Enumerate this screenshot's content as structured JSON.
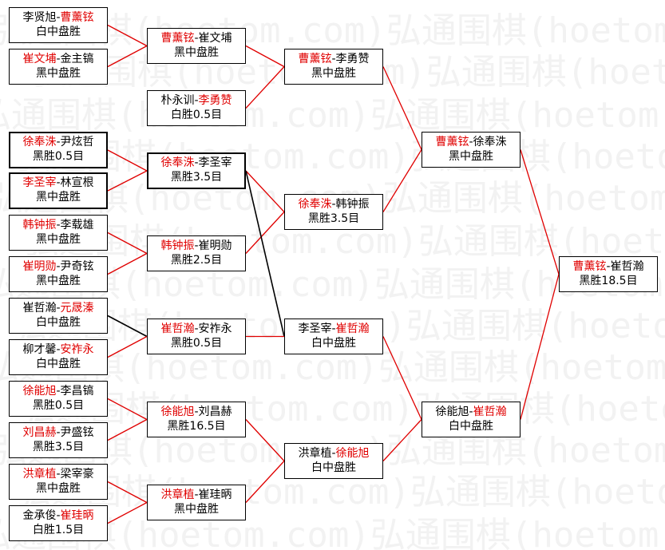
{
  "watermark": "弘通围棋(hoetom.com)",
  "matches": [
    {
      "id": "r1m1",
      "a": "李贤旭",
      "b": "曹薰铉",
      "w": "b",
      "res": "白中盘胜"
    },
    {
      "id": "r1m2",
      "a": "崔文埔",
      "b": "金主镐",
      "w": "a",
      "res": "黑中盘胜"
    },
    {
      "id": "r1m3",
      "a": "朴永训",
      "b": "李勇赞",
      "w": "b",
      "res": "白胜0.5目"
    },
    {
      "id": "r1m4",
      "a": "徐奉洙",
      "b": "尹炫哲",
      "w": "a",
      "res": "黑胜0.5目"
    },
    {
      "id": "r1m5",
      "a": "李圣宰",
      "b": "林宣根",
      "w": "a",
      "res": "黑中盘胜"
    },
    {
      "id": "r1m6",
      "a": "韩钟振",
      "b": "李载雄",
      "w": "a",
      "res": "黑中盘胜"
    },
    {
      "id": "r1m7",
      "a": "崔明勋",
      "b": "尹奇铉",
      "w": "a",
      "res": "黑中盘胜"
    },
    {
      "id": "r1m8",
      "a": "崔哲瀚",
      "b": "元晟溱",
      "w": "b",
      "res": "白中盘胜"
    },
    {
      "id": "r1m9",
      "a": "柳才馨",
      "b": "安祚永",
      "w": "b",
      "res": "白中盘胜"
    },
    {
      "id": "r1m10",
      "a": "徐能旭",
      "b": "李昌镐",
      "w": "a",
      "res": "黑胜0.5目"
    },
    {
      "id": "r1m11",
      "a": "刘昌赫",
      "b": "尹盛铉",
      "w": "a",
      "res": "黑胜3.5目"
    },
    {
      "id": "r1m12",
      "a": "洪章植",
      "b": "梁宰豪",
      "w": "a",
      "res": "黑中盘胜"
    },
    {
      "id": "r1m13",
      "a": "金承俊",
      "b": "崔珪昞",
      "w": "b",
      "res": "白胜1.5目"
    },
    {
      "id": "r2m1",
      "a": "曹薰铉",
      "b": "崔文埔",
      "w": "a",
      "res": "黑中盘胜"
    },
    {
      "id": "r2m2",
      "a": "徐奉洙",
      "b": "李圣宰",
      "w": "a",
      "res": "黑胜3.5目"
    },
    {
      "id": "r2m3",
      "a": "韩钟振",
      "b": "崔明勋",
      "w": "a",
      "res": "黑胜2.5目"
    },
    {
      "id": "r2m4",
      "a": "崔哲瀚",
      "b": "安祚永",
      "w": "a",
      "res": "黑胜0.5目"
    },
    {
      "id": "r2m5",
      "a": "徐能旭",
      "b": "刘昌赫",
      "w": "a",
      "res": "黑胜16.5目"
    },
    {
      "id": "r2m6",
      "a": "洪章植",
      "b": "崔珪昞",
      "w": "a",
      "res": "黑中盘胜"
    },
    {
      "id": "r3m1",
      "a": "曹薰铉",
      "b": "李勇赞",
      "w": "a",
      "res": "黑中盘胜"
    },
    {
      "id": "r3m2",
      "a": "徐奉洙",
      "b": "韩钟振",
      "w": "a",
      "res": "黑胜3.5目"
    },
    {
      "id": "r3m3",
      "a": "李圣宰",
      "b": "崔哲瀚",
      "w": "b",
      "res": "白中盘胜"
    },
    {
      "id": "r3m4",
      "a": "洪章植",
      "b": "徐能旭",
      "w": "b",
      "res": "白中盘胜"
    },
    {
      "id": "r4m1",
      "a": "曹薰铉",
      "b": "徐奉洙",
      "w": "a",
      "res": "黑中盘胜"
    },
    {
      "id": "r4m2",
      "a": "徐能旭",
      "b": "崔哲瀚",
      "w": "b",
      "res": "白中盘胜"
    },
    {
      "id": "final",
      "a": "曹薰铉",
      "b": "崔哲瀚",
      "w": "a",
      "res": "黑胜18.5目"
    }
  ],
  "edges": [
    {
      "from": "r1m1",
      "to": "r2m1",
      "color": "red"
    },
    {
      "from": "r1m2",
      "to": "r2m1",
      "color": "red"
    },
    {
      "from": "r1m4",
      "to": "r2m2",
      "color": "red"
    },
    {
      "from": "r1m5",
      "to": "r2m2",
      "color": "red"
    },
    {
      "from": "r1m6",
      "to": "r2m3",
      "color": "red"
    },
    {
      "from": "r1m7",
      "to": "r2m3",
      "color": "red"
    },
    {
      "from": "r1m8",
      "to": "r2m4",
      "color": "black"
    },
    {
      "from": "r1m9",
      "to": "r2m4",
      "color": "red"
    },
    {
      "from": "r1m10",
      "to": "r2m5",
      "color": "red"
    },
    {
      "from": "r1m11",
      "to": "r2m5",
      "color": "red"
    },
    {
      "from": "r1m12",
      "to": "r2m6",
      "color": "red"
    },
    {
      "from": "r1m13",
      "to": "r2m6",
      "color": "red"
    },
    {
      "from": "r2m1",
      "to": "r3m1",
      "color": "red"
    },
    {
      "from": "r1m3",
      "to": "r3m1",
      "color": "red"
    },
    {
      "from": "r2m2",
      "to": "r3m2",
      "color": "red"
    },
    {
      "from": "r2m3",
      "to": "r3m2",
      "color": "red"
    },
    {
      "from": "r2m2",
      "to": "r3m3",
      "color": "black"
    },
    {
      "from": "r2m4",
      "to": "r3m3",
      "color": "red"
    },
    {
      "from": "r2m5",
      "to": "r3m4",
      "color": "red"
    },
    {
      "from": "r2m6",
      "to": "r3m4",
      "color": "red"
    },
    {
      "from": "r3m1",
      "to": "r4m1",
      "color": "red"
    },
    {
      "from": "r3m2",
      "to": "r4m1",
      "color": "red"
    },
    {
      "from": "r3m3",
      "to": "r4m2",
      "color": "red"
    },
    {
      "from": "r3m4",
      "to": "r4m2",
      "color": "red"
    },
    {
      "from": "r4m1",
      "to": "final",
      "color": "red"
    },
    {
      "from": "r4m2",
      "to": "final",
      "color": "red"
    }
  ],
  "colors": {
    "winner": "#e00000",
    "text": "#000000",
    "red_line": "#e00000",
    "black_line": "#000000",
    "watermark": "#f2f2f2"
  }
}
